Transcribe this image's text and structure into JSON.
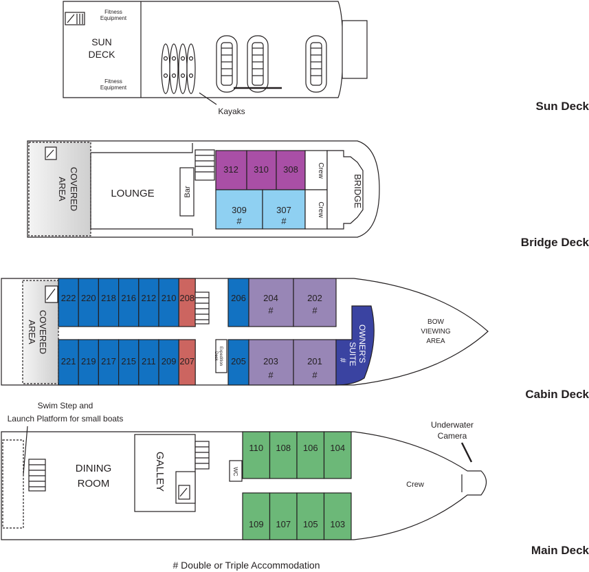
{
  "colors": {
    "deck_outline": "#231f20",
    "bridge_suite": "#a94fa6",
    "bridge_cabin": "#8fd0f2",
    "cabin_blue": "#1272c2",
    "cabin_red": "#cc6560",
    "cabin_lilac": "#9886b6",
    "owners_suite": "#3a43a1",
    "main_green": "#6cb878",
    "covered_grey": "#dcdcdc"
  },
  "decks": {
    "sun": {
      "name": "Sun Deck",
      "area_label": [
        "SUN",
        "DECK"
      ],
      "fitness_top": [
        "Fitness",
        "Equipment"
      ],
      "fitness_bottom": [
        "Fitness",
        "Equipment"
      ],
      "kayaks_label": "Kayaks"
    },
    "bridge": {
      "name": "Bridge Deck",
      "covered_area": [
        "COVERED",
        "AREA"
      ],
      "lounge": "LOUNGE",
      "bar": "Bar",
      "crew_top": "Crew",
      "crew_bottom": "Crew",
      "bridge": "BRIDGE",
      "cabins_top": [
        "312",
        "310",
        "308"
      ],
      "cabins_bottom": [
        {
          "number": "309",
          "mark": "#"
        },
        {
          "number": "307",
          "mark": "#"
        }
      ]
    },
    "cabin": {
      "name": "Cabin Deck",
      "covered_area": [
        "COVERED",
        "AREA"
      ],
      "cabins_top_blue": [
        "222",
        "220",
        "218",
        "216",
        "212",
        "210"
      ],
      "cabin_top_red": "208",
      "cabin_top_206": "206",
      "suites_top": [
        {
          "number": "204",
          "mark": "#"
        },
        {
          "number": "202",
          "mark": "#"
        }
      ],
      "cabins_bottom_blue": [
        "221",
        "219",
        "217",
        "215",
        "211",
        "209"
      ],
      "cabin_bottom_red": "207",
      "cabin_bottom_205": "205",
      "suites_bottom": [
        {
          "number": "203",
          "mark": "#"
        },
        {
          "number": "201",
          "mark": "#"
        }
      ],
      "expedition_desk": [
        "Expedition",
        "Desk"
      ],
      "owners_suite": [
        "OWNER'S",
        "SUITE"
      ],
      "owners_mark": "#",
      "bow_area": [
        "BOW",
        "VIEWING",
        "AREA"
      ]
    },
    "main": {
      "name": "Main Deck",
      "swim_step": [
        "Swim Step and",
        "Launch Platform for small boats"
      ],
      "dining": [
        "DINING",
        "ROOM"
      ],
      "galley": "GALLEY",
      "wc": "WC",
      "cabins_top": [
        "110",
        "108",
        "106",
        "104"
      ],
      "cabins_bottom": [
        "109",
        "107",
        "105",
        "103"
      ],
      "crew": "Crew",
      "camera": [
        "Underwater",
        "Camera"
      ]
    }
  },
  "legend": "# Double or Triple Accommodation"
}
